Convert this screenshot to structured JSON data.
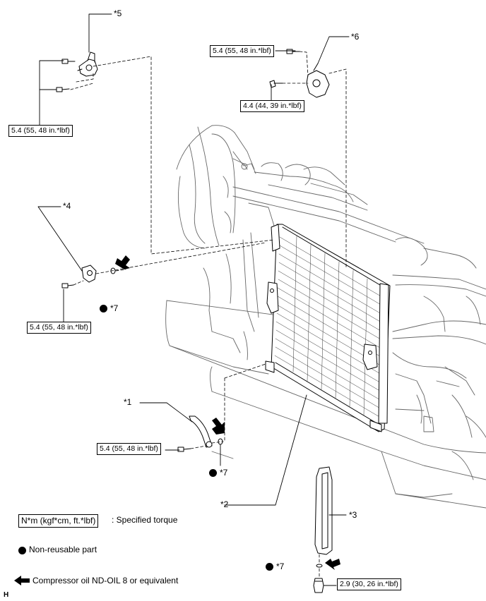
{
  "figure_code": "H",
  "callouts": {
    "c1": "*1",
    "c2": "*2",
    "c3": "*3",
    "c4": "*4",
    "c5": "*5",
    "c6": "*6",
    "c7": "*7"
  },
  "torque_labels": {
    "bracket5": "5.4 (55, 48 in.*lbf)",
    "bracket6_top": "5.4 (55, 48 in.*lbf)",
    "bracket6_bottom": "4.4 (44, 39 in.*lbf)",
    "bracket4": "5.4 (55, 48 in.*lbf)",
    "pipe1": "5.4 (55, 48 in.*lbf)",
    "drain_plug": "2.9 (30, 26 in.*lbf)"
  },
  "legend": {
    "torque_box": "N*m (kgf*cm, ft.*lbf)",
    "torque_desc": ": Specified torque",
    "non_reusable": "Non-reusable part",
    "oil": "Compressor oil ND-OIL 8 or equivalent"
  },
  "icons": {
    "non_reusable": "filled-circle-icon",
    "oil": "arrow-left-icon"
  }
}
